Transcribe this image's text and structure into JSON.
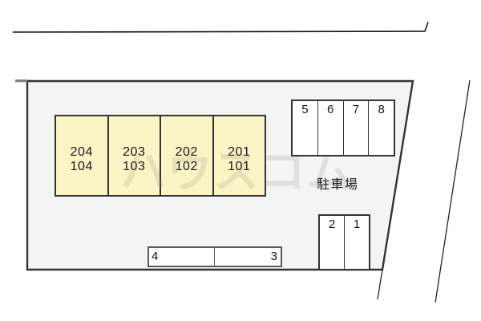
{
  "plan": {
    "site_label": "駐車場",
    "watermark": "ハウスコム",
    "building": {
      "units": [
        {
          "upper": "204",
          "lower": "104"
        },
        {
          "upper": "203",
          "lower": "103"
        },
        {
          "upper": "202",
          "lower": "102"
        },
        {
          "upper": "201",
          "lower": "101"
        }
      ]
    },
    "parking": {
      "row_top": [
        "5",
        "6",
        "7",
        "8"
      ],
      "row_right": [
        "2",
        "1"
      ],
      "row_bottom": [
        "4",
        "3"
      ]
    },
    "colors": {
      "site_fill": "#f4f4f4",
      "building_fill": "#fbf4c5",
      "outline": "#333333"
    }
  }
}
